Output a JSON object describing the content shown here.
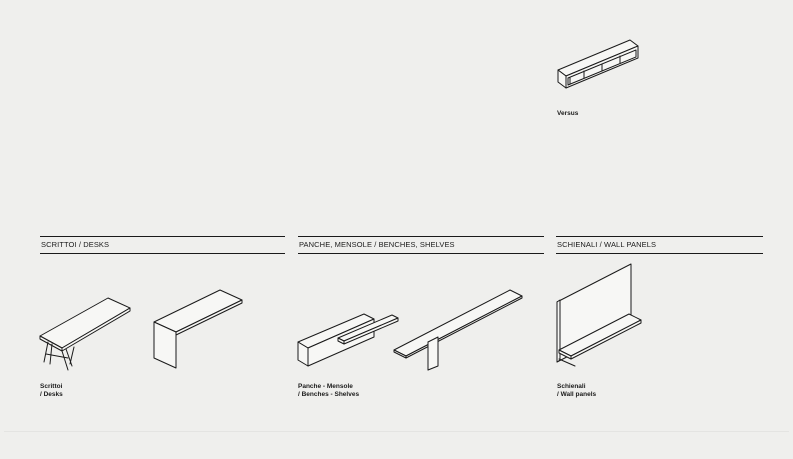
{
  "products": {
    "versus": {
      "caption": "Versus"
    }
  },
  "sections": [
    {
      "header": "SCRITTOI / DESKS",
      "caption_line1": "Scrittoi",
      "caption_line2": "/ Desks"
    },
    {
      "header": "PANCHE, MENSOLE / BENCHES, SHELVES",
      "caption_line1": "Panche - Mensole",
      "caption_line2": "/ Benches - Shelves"
    },
    {
      "header": "SCHIENALI / WALL PANELS",
      "caption_line1": "Schienali",
      "caption_line2": "/ Wall panels"
    }
  ]
}
